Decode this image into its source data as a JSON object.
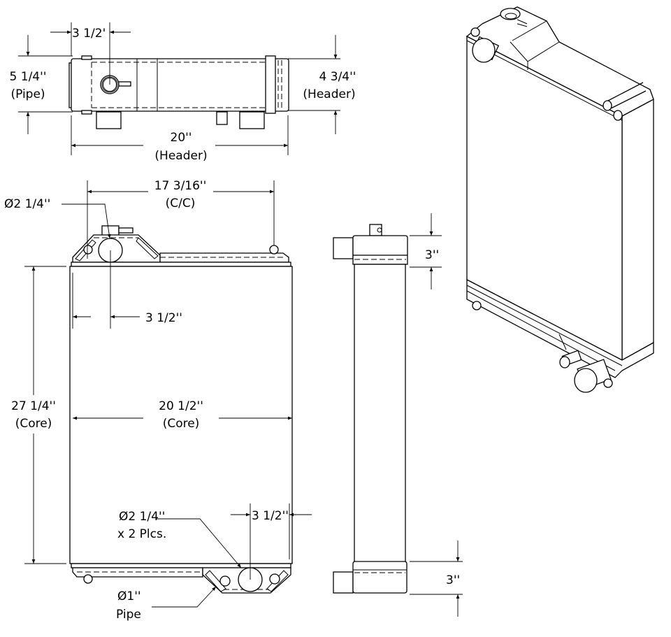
{
  "top_view": {
    "pipe_offset": "3 1/2'",
    "pipe_height": "5 1/4''",
    "pipe_height_note": "(Pipe)",
    "header_height": "4 3/4''",
    "header_height_note": "(Header)",
    "header_width": "20''",
    "header_width_note": "(Header)"
  },
  "front_view": {
    "center_to_center": "17 3/16''",
    "center_to_center_note": "(C/C)",
    "top_pipe_diameter": "Ø2 1/4''",
    "top_pipe_offset": "3 1/2''",
    "core_height": "27 1/4''",
    "core_height_note": "(Core)",
    "core_width": "20 1/2''",
    "core_width_note": "(Core)",
    "bottom_pipe_diameter": "Ø2 1/4''",
    "bottom_pipe_qty": "x 2 Plcs.",
    "bottom_pipe_offset": "3 1/2''",
    "small_pipe_diameter": "Ø1''",
    "small_pipe_note": "Pipe"
  },
  "side_view": {
    "top_tank_height": "3''",
    "bottom_tank_height": "3''"
  }
}
